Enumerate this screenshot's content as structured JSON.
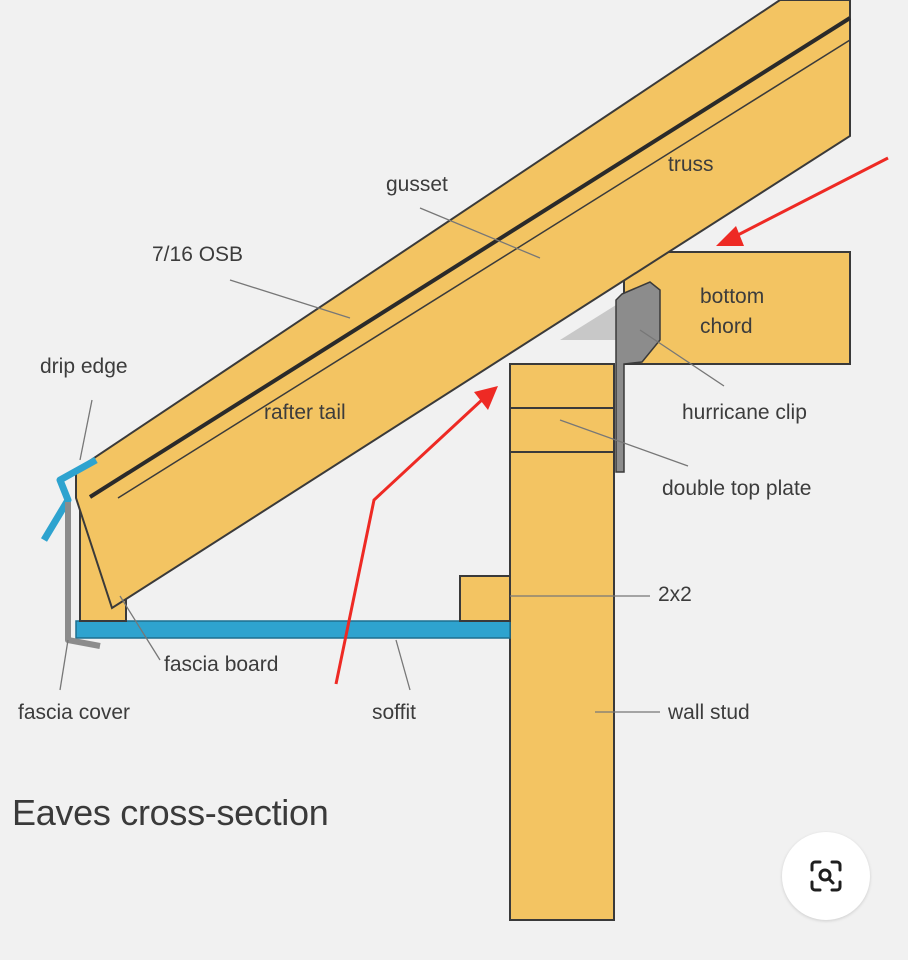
{
  "diagram": {
    "title": "Eaves cross-section",
    "labels": {
      "truss": "truss",
      "gusset": "gusset",
      "osb": "7/16 OSB",
      "drip_edge": "drip edge",
      "rafter_tail": "rafter tail",
      "bottom_chord": "bottom\nchord",
      "hurricane_clip": "hurricane clip",
      "double_top_plate": "double top plate",
      "two_by_two": "2x2",
      "fascia_board": "fascia board",
      "soffit": "soffit",
      "fascia_cover": "fascia cover",
      "wall_stud": "wall stud"
    }
  },
  "colors": {
    "background": "#f1f1f1",
    "lumber": "#f3c462",
    "lumber_outline": "#3a3a3a",
    "sheathing": "#2a2a2a",
    "soffit_blue": "#2ea3cf",
    "clip_gray": "#8c8c8c",
    "annotation_arrow": "#ee2a24",
    "leader_line": "#777777"
  },
  "ui": {
    "visual_search_icon": "visual-search-icon"
  }
}
